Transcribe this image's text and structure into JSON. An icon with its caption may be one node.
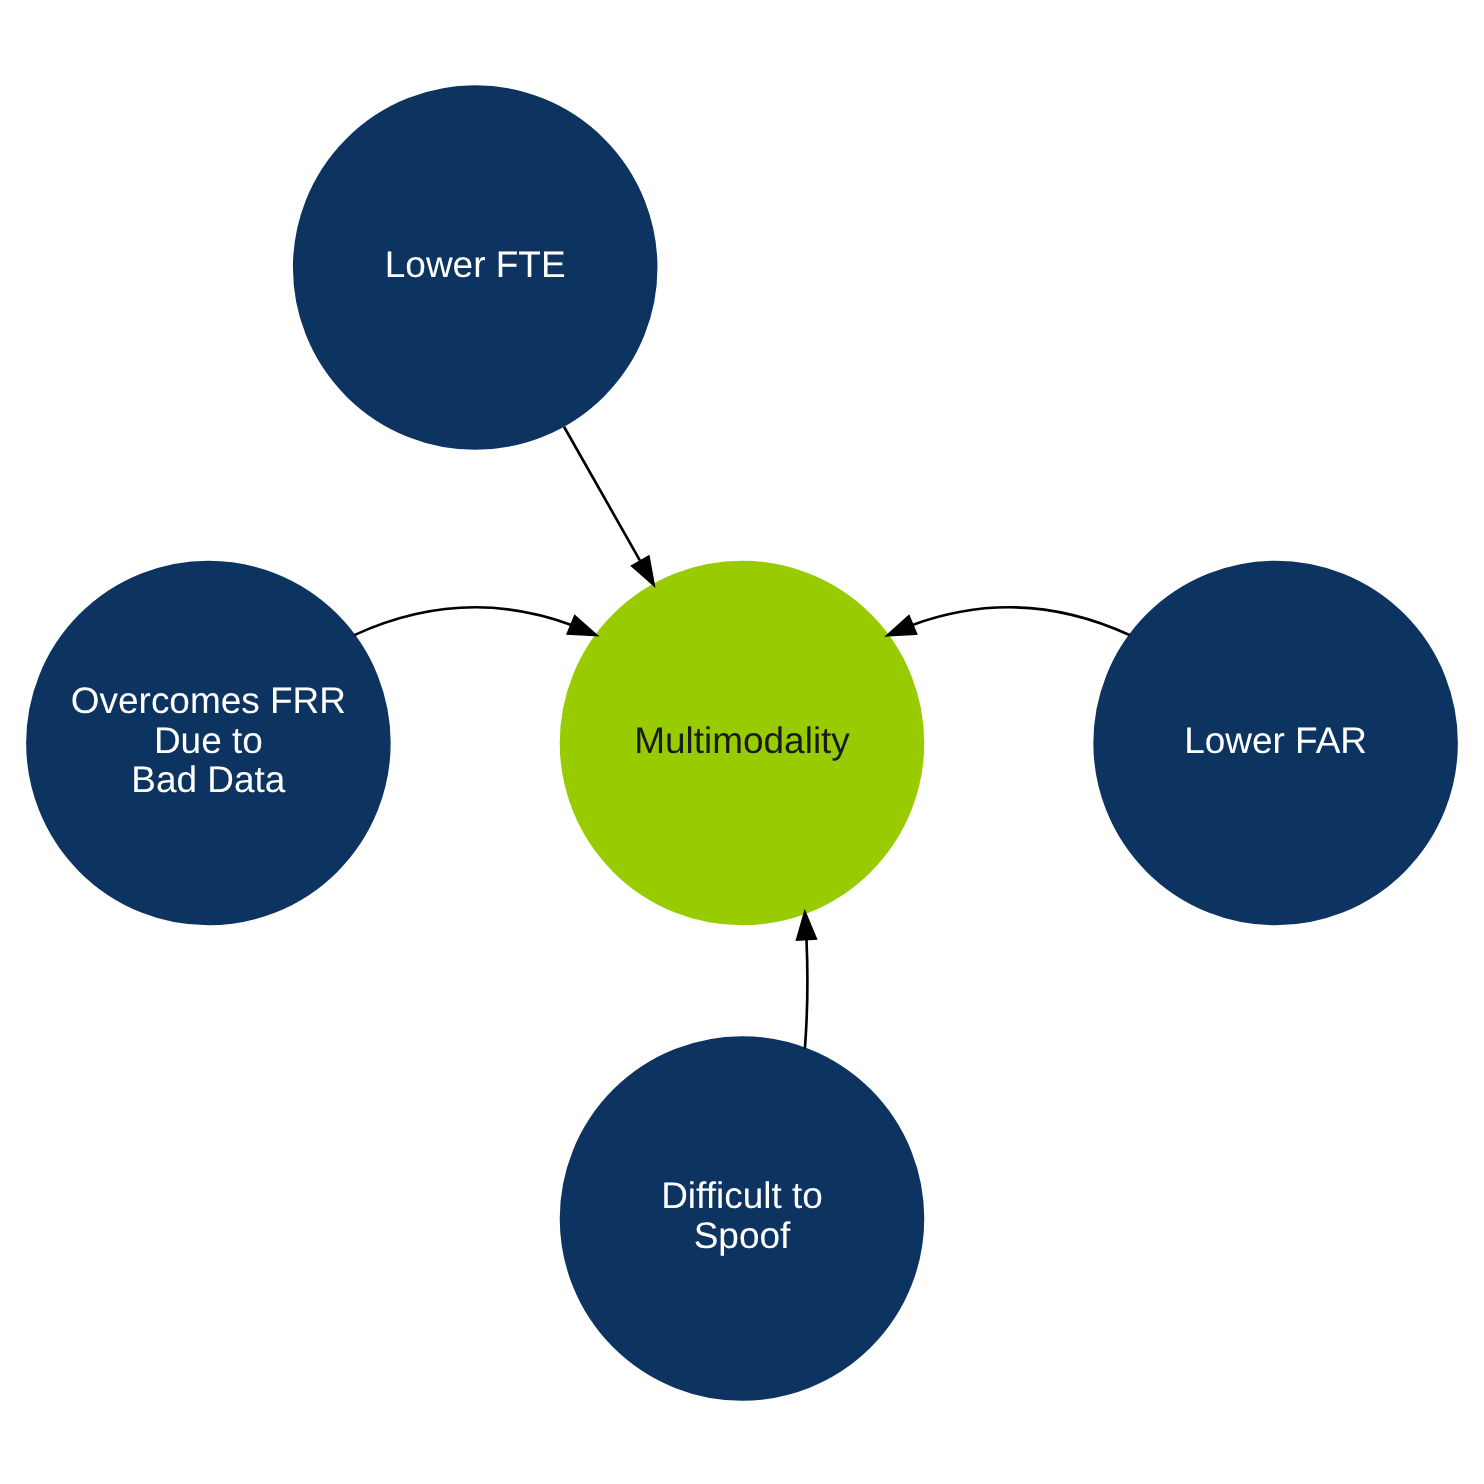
{
  "diagram": {
    "nodes": [
      {
        "text": [
          "Lower FTE"
        ]
      },
      {
        "text": [
          "Overcomes FRR Due to Bad Data"
        ]
      },
      {
        "text": [
          "Multimodality"
        ]
      },
      {
        "text": [
          "Lower FAR"
        ]
      },
      {
        "text": [
          "Difficult to Spoof"
        ]
      }
    ],
    "edges": [
      {
        "from": 0,
        "to": 2,
        "arrow": "to"
      },
      {
        "from": 1,
        "to": 2,
        "arrow": "to"
      },
      {
        "from": 3,
        "to": 2,
        "arrow": "to"
      },
      {
        "from": 4,
        "to": 2,
        "arrow": "to"
      }
    ]
  }
}
